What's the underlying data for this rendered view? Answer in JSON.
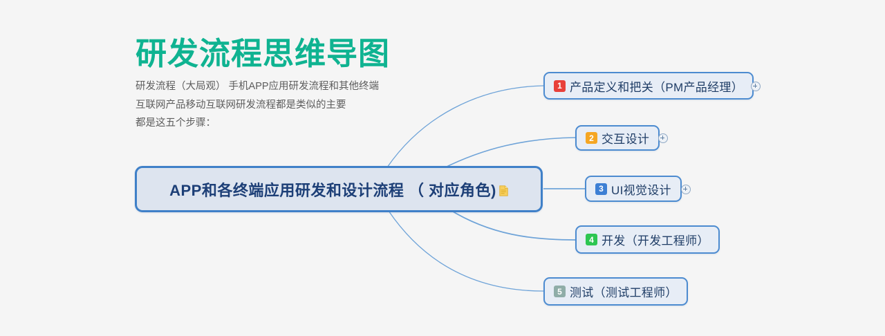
{
  "page": {
    "background_color": "#f5f5f5"
  },
  "header": {
    "title": "研发流程思维导图",
    "title_color": "#0fb391",
    "description_lines": [
      "研发流程（大局观） 手机APP应用研发流程和其他终端",
      "互联网产品移动互联网研发流程都是类似的主要",
      "都是这五个步骤："
    ]
  },
  "mindmap": {
    "central_node": {
      "label": "APP和各终端应用研发和设计流程 （ 对应角色)",
      "border_color": "#3f80c8",
      "fill_color": "#dde4ef",
      "text_color": "#1d3f77",
      "note_icon": "document-note-icon",
      "note_icon_color": "#f5c343"
    },
    "branches": [
      {
        "number": "1",
        "label": "产品定义和把关（PM产品经理）",
        "badge_color": "#e8403a",
        "has_expander": true,
        "expander_icon": "expand-plus-icon"
      },
      {
        "number": "2",
        "label": "交互设计",
        "badge_color": "#f5a623",
        "has_expander": true,
        "expander_icon": "expand-plus-icon"
      },
      {
        "number": "3",
        "label": "UI视觉设计",
        "badge_color": "#3d7fd4",
        "has_expander": true,
        "expander_icon": "expand-plus-icon"
      },
      {
        "number": "4",
        "label": "开发（开发工程师）",
        "badge_color": "#2dc652",
        "has_expander": false,
        "expander_icon": ""
      },
      {
        "number": "5",
        "label": "测试（测试工程师）",
        "badge_color": "#8fada8",
        "has_expander": false,
        "expander_icon": ""
      }
    ],
    "connector_color": "#6ea3d8"
  }
}
